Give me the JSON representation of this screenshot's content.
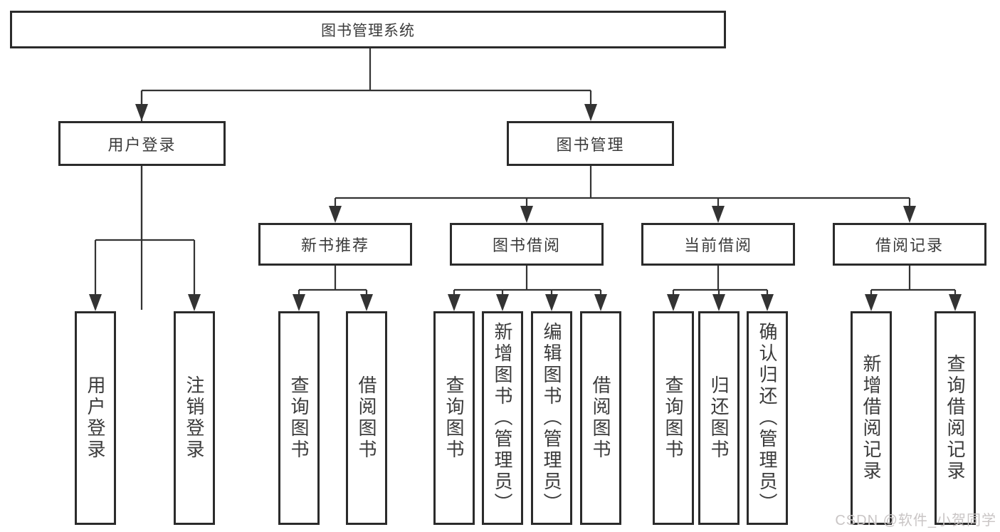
{
  "nodes": {
    "root": "图书管理系统",
    "user_login": "用户登录",
    "book_mgmt": "图书管理",
    "new_book_rec": "新书推荐",
    "book_borrow": "图书借阅",
    "current_borrow": "当前借阅",
    "borrow_records": "借阅记录",
    "leaf_user_login": "用户登录",
    "leaf_logout": "注销登录",
    "leaf_nb_query_book": "查询图书",
    "leaf_nb_borrow_book": "借阅图书",
    "leaf_bb_query_book": "查询图书",
    "leaf_bb_add_book": "新增图书（管理员）",
    "leaf_bb_edit_book": "编辑图书（管理员）",
    "leaf_bb_borrow_book": "借阅图书",
    "leaf_cb_query_book": "查询图书",
    "leaf_cb_return_book": "归还图书",
    "leaf_cb_confirm_return": "确认归还（管理员）",
    "leaf_br_add_record": "新增借阅记录",
    "leaf_br_query_record": "查询借阅记录"
  },
  "edges": [
    [
      "root",
      "user_login"
    ],
    [
      "root",
      "book_mgmt"
    ],
    [
      "user_login",
      "leaf_user_login"
    ],
    [
      "user_login",
      "leaf_logout"
    ],
    [
      "book_mgmt",
      "new_book_rec"
    ],
    [
      "book_mgmt",
      "book_borrow"
    ],
    [
      "book_mgmt",
      "current_borrow"
    ],
    [
      "book_mgmt",
      "borrow_records"
    ],
    [
      "new_book_rec",
      "leaf_nb_query_book"
    ],
    [
      "new_book_rec",
      "leaf_nb_borrow_book"
    ],
    [
      "book_borrow",
      "leaf_bb_query_book"
    ],
    [
      "book_borrow",
      "leaf_bb_add_book"
    ],
    [
      "book_borrow",
      "leaf_bb_edit_book"
    ],
    [
      "book_borrow",
      "leaf_bb_borrow_book"
    ],
    [
      "current_borrow",
      "leaf_cb_query_book"
    ],
    [
      "current_borrow",
      "leaf_cb_return_book"
    ],
    [
      "current_borrow",
      "leaf_cb_confirm_return"
    ],
    [
      "borrow_records",
      "leaf_br_add_record"
    ],
    [
      "borrow_records",
      "leaf_br_query_record"
    ]
  ],
  "watermark": "CSDN @软件_小贺同学",
  "colors": {
    "line": "#333333",
    "box_border": "#2b2b2b",
    "text": "#3b3b3b",
    "watermark": "#c9c5c5",
    "background": "#ffffff"
  }
}
